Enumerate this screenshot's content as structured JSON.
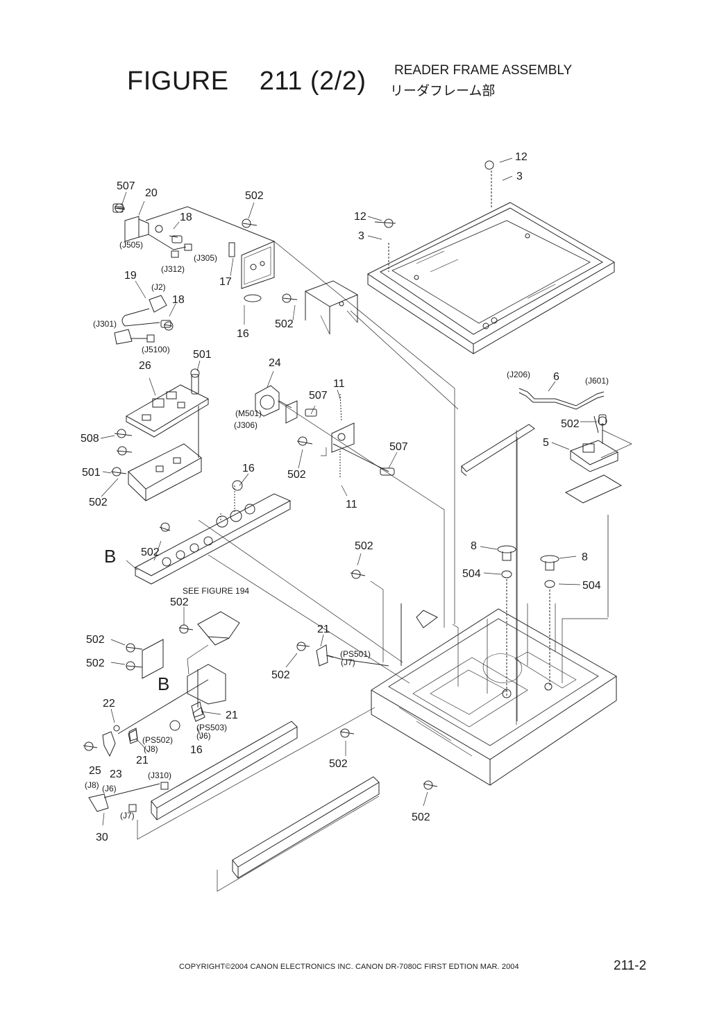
{
  "header": {
    "figure_title": "FIGURE    211 (2/2)",
    "subtitle_en": "READER FRAME ASSEMBLY",
    "subtitle_ja": "リーダフレーム部"
  },
  "callouts": [
    {
      "text": "12"
    },
    {
      "text": "3"
    },
    {
      "text": "12"
    },
    {
      "text": "3"
    },
    {
      "text": "507"
    },
    {
      "text": "20"
    },
    {
      "text": "502"
    },
    {
      "text": "18"
    },
    {
      "text": "(J505)"
    },
    {
      "text": "(J305)"
    },
    {
      "text": "(J312)"
    },
    {
      "text": "17"
    },
    {
      "text": "19"
    },
    {
      "text": "(J2)"
    },
    {
      "text": "18"
    },
    {
      "text": "(J301)"
    },
    {
      "text": "502"
    },
    {
      "text": "16"
    },
    {
      "text": "(J5100)"
    },
    {
      "text": "501"
    },
    {
      "text": "26"
    },
    {
      "text": "24"
    },
    {
      "text": "11"
    },
    {
      "text": "507"
    },
    {
      "text": "(M501)"
    },
    {
      "text": "(J306)"
    },
    {
      "text": "(J206)"
    },
    {
      "text": "6"
    },
    {
      "text": "(J601)"
    },
    {
      "text": "502"
    },
    {
      "text": "5"
    },
    {
      "text": "508"
    },
    {
      "text": "507"
    },
    {
      "text": "502"
    },
    {
      "text": "16"
    },
    {
      "text": "501"
    },
    {
      "text": "502"
    },
    {
      "text": "11"
    },
    {
      "text": "8"
    },
    {
      "text": "504"
    },
    {
      "text": "8"
    },
    {
      "text": "504"
    },
    {
      "text": "502"
    },
    {
      "text": "B"
    },
    {
      "text": "502"
    },
    {
      "text": "SEE FIGURE 194"
    },
    {
      "text": "502"
    },
    {
      "text": "502"
    },
    {
      "text": "502"
    },
    {
      "text": "B"
    },
    {
      "text": "21"
    },
    {
      "text": "(PS501)"
    },
    {
      "text": "(J7)"
    },
    {
      "text": "502"
    },
    {
      "text": "22"
    },
    {
      "text": "21"
    },
    {
      "text": "(PS503)"
    },
    {
      "text": "(J6)"
    },
    {
      "text": "(PS502)"
    },
    {
      "text": "(J8)"
    },
    {
      "text": "16"
    },
    {
      "text": "21"
    },
    {
      "text": "25"
    },
    {
      "text": "23"
    },
    {
      "text": "502"
    },
    {
      "text": "(J310)"
    },
    {
      "text": "(J8)"
    },
    {
      "text": "(J6)"
    },
    {
      "text": "(J7)"
    },
    {
      "text": "502"
    },
    {
      "text": "30"
    }
  ],
  "footer": {
    "copyright": "COPYRIGHT©2004 CANON ELECTRONICS INC.   CANON  DR-7080C  FIRST EDTION  MAR.  2004",
    "page_number": "211-2"
  }
}
